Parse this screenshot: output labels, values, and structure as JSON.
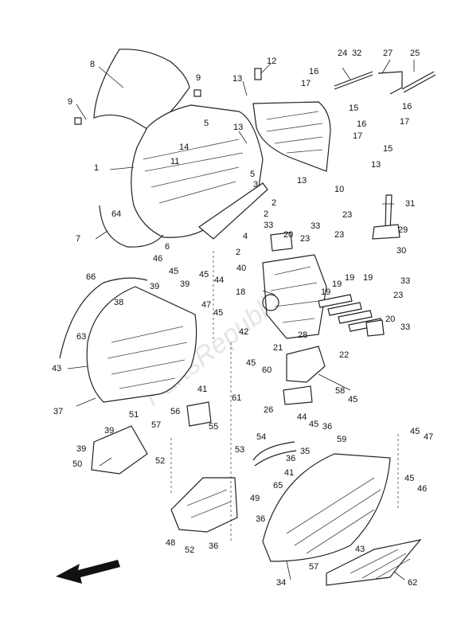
{
  "watermark": "PartsRepublik",
  "callouts": [
    {
      "id": "c8",
      "label": "8"
    },
    {
      "id": "c9a",
      "label": "9"
    },
    {
      "id": "c9b",
      "label": "9"
    },
    {
      "id": "c12",
      "label": "12"
    },
    {
      "id": "c13a",
      "label": "13"
    },
    {
      "id": "c13b",
      "label": "13"
    },
    {
      "id": "c13c",
      "label": "13"
    },
    {
      "id": "c13d",
      "label": "13"
    },
    {
      "id": "c16a",
      "label": "16"
    },
    {
      "id": "c16b",
      "label": "16"
    },
    {
      "id": "c16c",
      "label": "16"
    },
    {
      "id": "c17a",
      "label": "17"
    },
    {
      "id": "c17b",
      "label": "17"
    },
    {
      "id": "c17c",
      "label": "17"
    },
    {
      "id": "c24",
      "label": "24"
    },
    {
      "id": "c32",
      "label": "32"
    },
    {
      "id": "c27",
      "label": "27"
    },
    {
      "id": "c25",
      "label": "25"
    },
    {
      "id": "c15a",
      "label": "15"
    },
    {
      "id": "c15b",
      "label": "15"
    },
    {
      "id": "c5a",
      "label": "5"
    },
    {
      "id": "c5b",
      "label": "5"
    },
    {
      "id": "c14",
      "label": "14"
    },
    {
      "id": "c11",
      "label": "11"
    },
    {
      "id": "c1",
      "label": "1"
    },
    {
      "id": "c10",
      "label": "10"
    },
    {
      "id": "c3",
      "label": "3"
    },
    {
      "id": "c2a",
      "label": "2"
    },
    {
      "id": "c2b",
      "label": "2"
    },
    {
      "id": "c2c",
      "label": "2"
    },
    {
      "id": "c31",
      "label": "31"
    },
    {
      "id": "c64",
      "label": "64"
    },
    {
      "id": "c7",
      "label": "7"
    },
    {
      "id": "c4",
      "label": "4"
    },
    {
      "id": "c33a",
      "label": "33"
    },
    {
      "id": "c33b",
      "label": "33"
    },
    {
      "id": "c33c",
      "label": "33"
    },
    {
      "id": "c33d",
      "label": "33"
    },
    {
      "id": "c20a",
      "label": "20"
    },
    {
      "id": "c20b",
      "label": "20"
    },
    {
      "id": "c23a",
      "label": "23"
    },
    {
      "id": "c23b",
      "label": "23"
    },
    {
      "id": "c23c",
      "label": "23"
    },
    {
      "id": "c23d",
      "label": "23"
    },
    {
      "id": "c29",
      "label": "29"
    },
    {
      "id": "c30",
      "label": "30"
    },
    {
      "id": "c6",
      "label": "6"
    },
    {
      "id": "c46a",
      "label": "46"
    },
    {
      "id": "c46b",
      "label": "46"
    },
    {
      "id": "c45a",
      "label": "45"
    },
    {
      "id": "c45b",
      "label": "45"
    },
    {
      "id": "c45c",
      "label": "45"
    },
    {
      "id": "c45d",
      "label": "45"
    },
    {
      "id": "c45e",
      "label": "45"
    },
    {
      "id": "c45f",
      "label": "45"
    },
    {
      "id": "c45g",
      "label": "45"
    },
    {
      "id": "c45h",
      "label": "45"
    },
    {
      "id": "c40",
      "label": "40"
    },
    {
      "id": "c66",
      "label": "66"
    },
    {
      "id": "c39a",
      "label": "39"
    },
    {
      "id": "c39b",
      "label": "39"
    },
    {
      "id": "c39c",
      "label": "39"
    },
    {
      "id": "c39d",
      "label": "39"
    },
    {
      "id": "c44a",
      "label": "44"
    },
    {
      "id": "c44b",
      "label": "44"
    },
    {
      "id": "c18",
      "label": "18"
    },
    {
      "id": "c19a",
      "label": "19"
    },
    {
      "id": "c19b",
      "label": "19"
    },
    {
      "id": "c19c",
      "label": "19"
    },
    {
      "id": "c19d",
      "label": "19"
    },
    {
      "id": "c38",
      "label": "38"
    },
    {
      "id": "c47a",
      "label": "47"
    },
    {
      "id": "c47b",
      "label": "47"
    },
    {
      "id": "c42",
      "label": "42"
    },
    {
      "id": "c28",
      "label": "28"
    },
    {
      "id": "c21",
      "label": "21"
    },
    {
      "id": "c22",
      "label": "22"
    },
    {
      "id": "c63",
      "label": "63"
    },
    {
      "id": "c43a",
      "label": "43"
    },
    {
      "id": "c43b",
      "label": "43"
    },
    {
      "id": "c60",
      "label": "60"
    },
    {
      "id": "c41a",
      "label": "41"
    },
    {
      "id": "c41b",
      "label": "41"
    },
    {
      "id": "c61",
      "label": "61"
    },
    {
      "id": "c58",
      "label": "58"
    },
    {
      "id": "c26",
      "label": "26"
    },
    {
      "id": "c37",
      "label": "37"
    },
    {
      "id": "c56",
      "label": "56"
    },
    {
      "id": "c51",
      "label": "51"
    },
    {
      "id": "c57a",
      "label": "57"
    },
    {
      "id": "c57b",
      "label": "57"
    },
    {
      "id": "c55",
      "label": "55"
    },
    {
      "id": "c36a",
      "label": "36"
    },
    {
      "id": "c36b",
      "label": "36"
    },
    {
      "id": "c36c",
      "label": "36"
    },
    {
      "id": "c36d",
      "label": "36"
    },
    {
      "id": "c59",
      "label": "59"
    },
    {
      "id": "c54",
      "label": "54"
    },
    {
      "id": "c35",
      "label": "35"
    },
    {
      "id": "c53",
      "label": "53"
    },
    {
      "id": "c65",
      "label": "65"
    },
    {
      "id": "c50",
      "label": "50"
    },
    {
      "id": "c52a",
      "label": "52"
    },
    {
      "id": "c52b",
      "label": "52"
    },
    {
      "id": "c49",
      "label": "49"
    },
    {
      "id": "c48",
      "label": "48"
    },
    {
      "id": "c34",
      "label": "34"
    },
    {
      "id": "c62",
      "label": "62"
    }
  ]
}
